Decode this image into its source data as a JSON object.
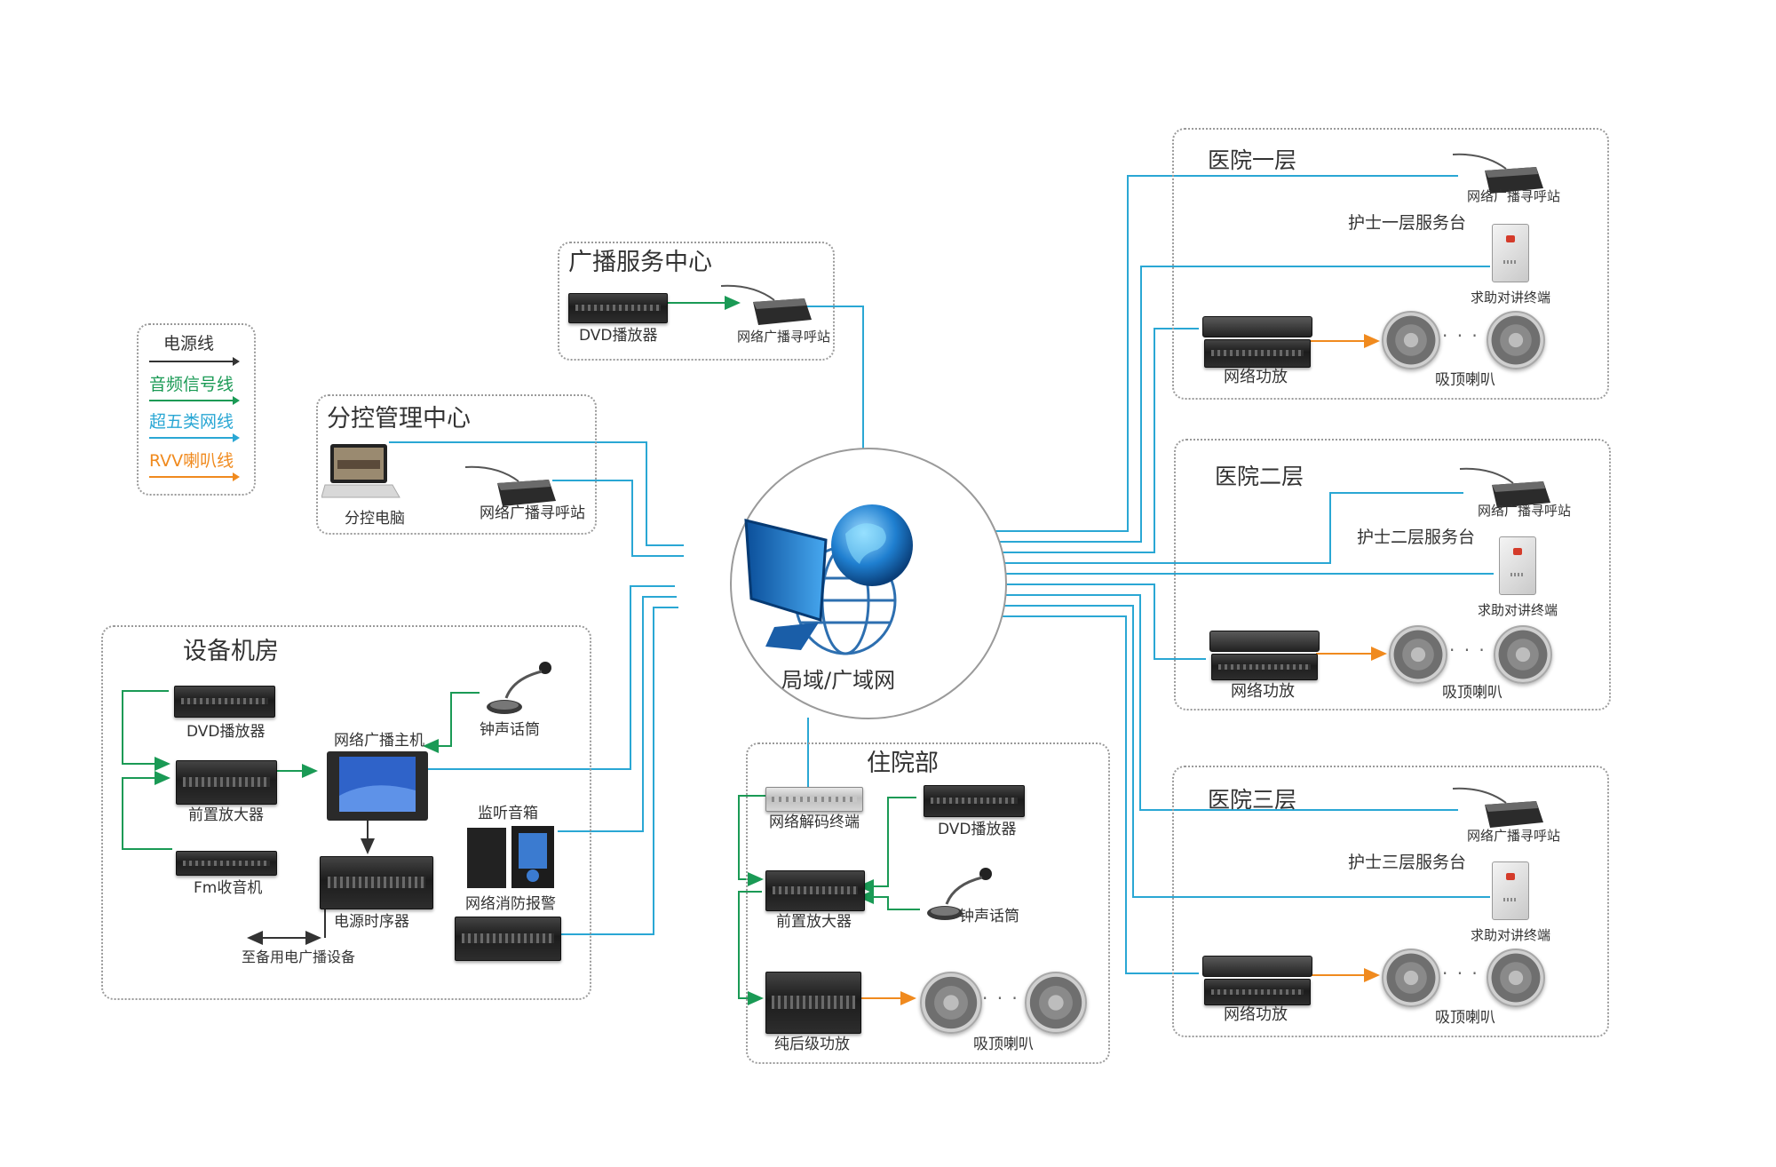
{
  "legend": {
    "power": {
      "label": "电源线",
      "color": "#333333"
    },
    "audio": {
      "label": "音频信号线",
      "color": "#1a9a55"
    },
    "network": {
      "label": "超五类网线",
      "color": "#2aa7d4"
    },
    "speaker": {
      "label": "RVV喇叭线",
      "color": "#f08a1e"
    }
  },
  "center": {
    "label": "局域/广域网",
    "icon": "network-globe-icon"
  },
  "broadcast_center": {
    "title": "广播服务中心",
    "dvd": "DVD播放器",
    "paging": "网络广播寻呼站"
  },
  "control_center": {
    "title": "分控管理中心",
    "pc": "分控电脑",
    "paging": "网络广播寻呼站"
  },
  "equipment_room": {
    "title": "设备机房",
    "dvd": "DVD播放器",
    "preamp": "前置放大器",
    "fm": "Fm收音机",
    "host": "网络广播主机",
    "chime_mic": "钟声话筒",
    "monitor": "监听音箱",
    "fire_alarm": "网络消防报警",
    "sequencer": "电源时序器",
    "backup": "至备用电广播设备"
  },
  "ward": {
    "title": "住院部",
    "decoder": "网络解码终端",
    "dvd": "DVD播放器",
    "preamp": "前置放大器",
    "chime_mic": "钟声话筒",
    "power_amp": "纯后级功放",
    "speakers": "吸顶喇叭"
  },
  "floors": [
    {
      "title": "医院一层",
      "paging": "网络广播寻呼站",
      "desk": "护士一层服务台",
      "intercom": "求助对讲终端",
      "amp": "网络功放",
      "speakers": "吸顶喇叭"
    },
    {
      "title": "医院二层",
      "paging": "网络广播寻呼站",
      "desk": "护士二层服务台",
      "intercom": "求助对讲终端",
      "amp": "网络功放",
      "speakers": "吸顶喇叭"
    },
    {
      "title": "医院三层",
      "paging": "网络广播寻呼站",
      "desk": "护士三层服务台",
      "intercom": "求助对讲终端",
      "amp": "网络功放",
      "speakers": "吸顶喇叭"
    }
  ]
}
